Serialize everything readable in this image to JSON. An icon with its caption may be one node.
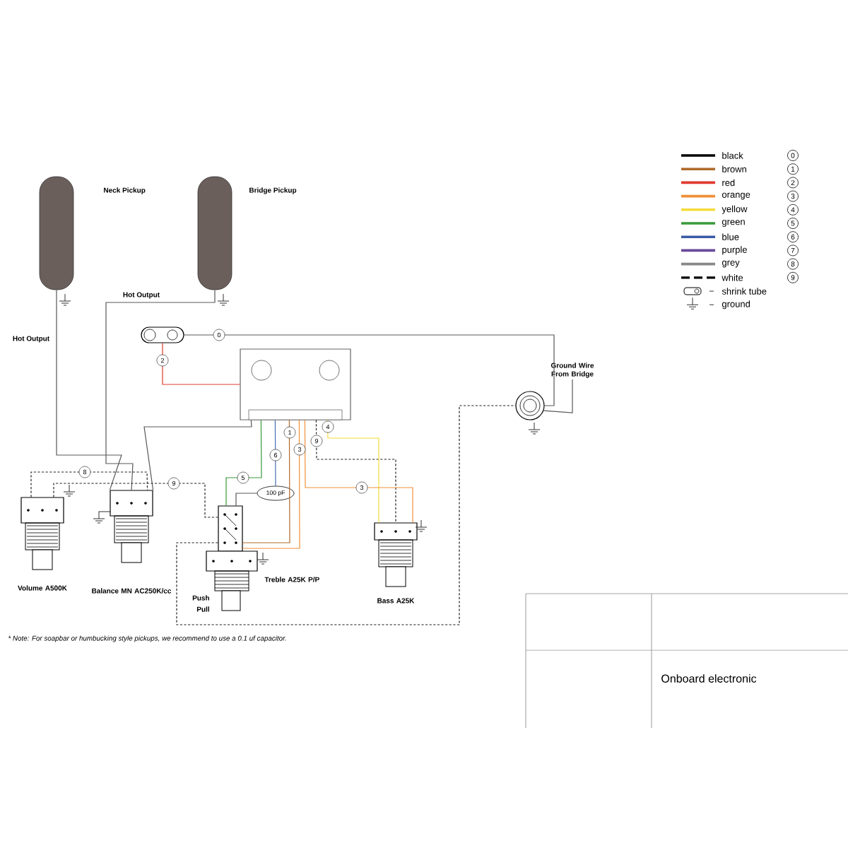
{
  "diagram": {
    "nodes": [
      {
        "text": [
          "Neck Pickup"
        ]
      },
      {
        "text": [
          "Bridge Pickup"
        ]
      },
      {
        "text": [
          "Volume A500K"
        ]
      },
      {
        "text": [
          "Balance MN AC250K/cc"
        ]
      },
      {
        "text": [
          "Treble A25K P/P"
        ]
      },
      {
        "text": [
          "Bass A25K"
        ]
      },
      {
        "text": [],
        "shape": "box"
      },
      {
        "text": [],
        "shape": "box"
      },
      {
        "text": [],
        "shape": "circle"
      },
      {
        "text": [
          "100 pF"
        ]
      },
      {
        "text": [
          "Ground Wire From Bridge"
        ]
      }
    ],
    "edges": [
      {
        "from": 0,
        "to": 3,
        "arrow": "none",
        "label": "Hot Output"
      },
      {
        "from": 1,
        "to": 3,
        "arrow": "none",
        "label": "Hot Output"
      },
      {
        "from": 7,
        "to": 8,
        "arrow": "none",
        "label": "0"
      },
      {
        "from": 7,
        "to": 6,
        "arrow": "none",
        "label": "2",
        "color": "#e03a2f"
      },
      {
        "from": 6,
        "to": 3,
        "arrow": "none"
      },
      {
        "from": 6,
        "to": 9,
        "arrow": "none",
        "label": "6",
        "color": "#4a6fb5"
      },
      {
        "from": 6,
        "to": 4,
        "arrow": "none",
        "label": "5",
        "color": "#3a9a3a"
      },
      {
        "from": 6,
        "to": 4,
        "arrow": "none",
        "label": "1",
        "color": "#b06a2a"
      },
      {
        "from": 6,
        "to": 4,
        "arrow": "none",
        "label": "3",
        "color": "#f0903a"
      },
      {
        "from": 6,
        "to": 5,
        "arrow": "none",
        "label": "9",
        "style": "dashed",
        "color": "#222222"
      },
      {
        "from": 6,
        "to": 5,
        "arrow": "none",
        "label": "4",
        "color": "#f5dc3a"
      },
      {
        "from": 6,
        "to": 5,
        "arrow": "none",
        "label": "3",
        "color": "#f0903a"
      },
      {
        "from": 2,
        "to": 3,
        "arrow": "none",
        "label": "8",
        "style": "dashed",
        "color": "#222222"
      },
      {
        "from": 2,
        "to": 4,
        "arrow": "none",
        "label": "9",
        "style": "dashed",
        "color": "#222222"
      },
      {
        "from": 4,
        "to": 8,
        "arrow": "none",
        "style": "dashed",
        "color": "#222222"
      },
      {
        "from": 9,
        "to": 4,
        "arrow": "none"
      },
      {
        "from": 10,
        "to": 8,
        "arrow": "none"
      }
    ],
    "labels": [
      "0",
      "1",
      "2",
      "3",
      "4",
      "5",
      "6",
      "7",
      "8",
      "9",
      "Push",
      "Pull",
      "* Note: For soapbar or humbucking style pickups, we recommend to use a 0.1 uf capacitor.",
      "Onboard electronic"
    ],
    "legend": [
      {
        "text": "black",
        "color": "#000000"
      },
      {
        "text": "brown",
        "color": "#b06a2a"
      },
      {
        "text": "red",
        "color": "#e03a2f"
      },
      {
        "text": "orange",
        "color": "#f0903a"
      },
      {
        "text": "yellow",
        "color": "#f5dc3a"
      },
      {
        "text": "green",
        "color": "#3a9a3a"
      },
      {
        "text": "blue",
        "color": "#3a5aa5"
      },
      {
        "text": "purple",
        "color": "#6a4a9a"
      },
      {
        "text": "grey",
        "color": "#888888"
      },
      {
        "text": "white"
      },
      {
        "text": "shrink tube"
      },
      {
        "text": "ground"
      }
    ]
  }
}
